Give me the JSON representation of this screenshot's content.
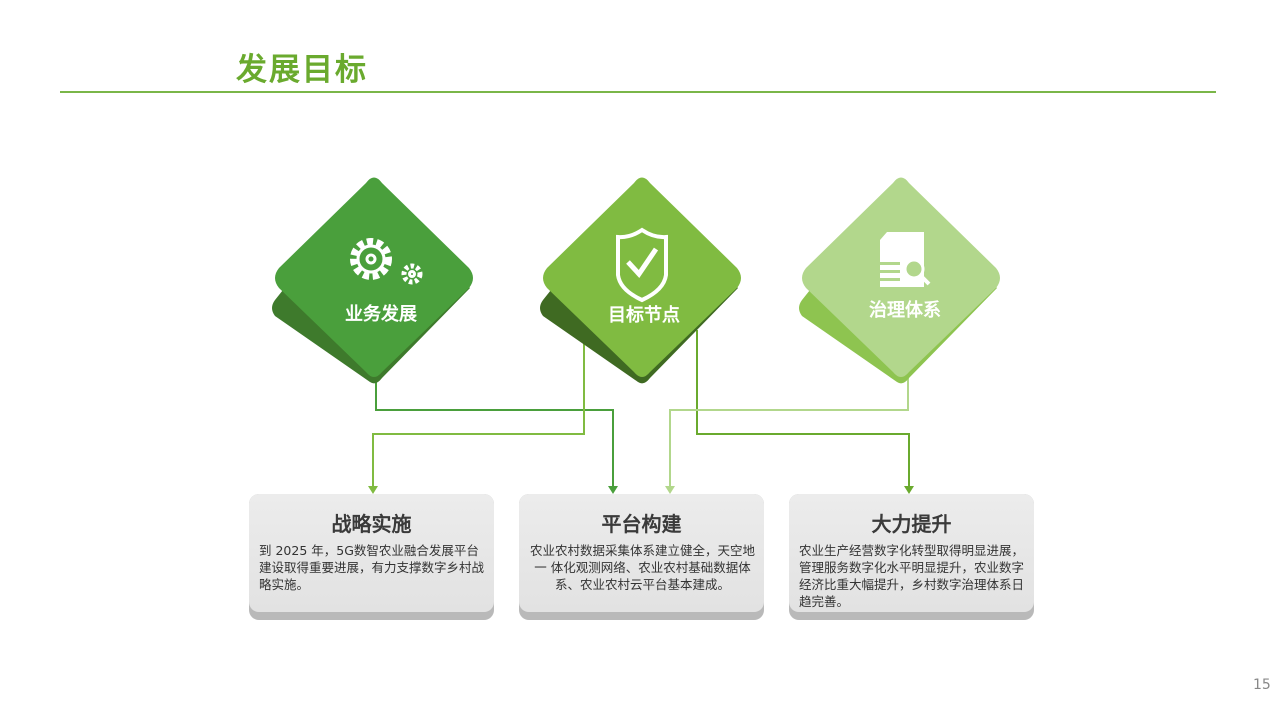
{
  "title": "发展目标",
  "page_number": "15",
  "colors": {
    "accent": "#6aaa2e",
    "diamond1": "#4a9f3c",
    "diamond2": "#80bb41",
    "diamond3": "#b2d78c"
  },
  "diamonds": [
    {
      "label": "业务发展",
      "icon": "gears-icon"
    },
    {
      "label": "目标节点",
      "icon": "shield-check-icon"
    },
    {
      "label": "治理体系",
      "icon": "document-search-icon"
    }
  ],
  "cards": [
    {
      "title": "战略实施",
      "text": "到 2025 年，5G数智农业融合发展平台建设取得重要进展，有力支撑数字乡村战略实施。"
    },
    {
      "title": "平台构建",
      "text": "农业农村数据采集体系建立健全，天空地一 体化观测网络、农业农村基础数据体系、农业农村云平台基本建成。"
    },
    {
      "title": "大力提升",
      "text": "农业生产经营数字化转型取得明显进展，管理服务数字化水平明显提升，农业数字经济比重大幅提升，乡村数字治理体系日趋完善。"
    }
  ]
}
